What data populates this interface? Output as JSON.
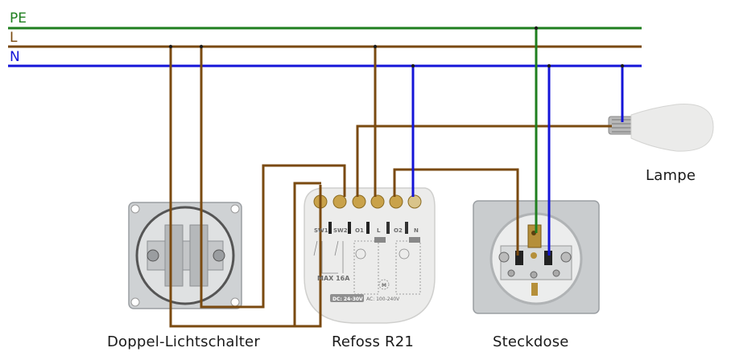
{
  "colors": {
    "pe": "#1f7f1f",
    "l": "#7a4a10",
    "n": "#1414d8",
    "junction": "#1a1a1a"
  },
  "buses": [
    {
      "id": "pe",
      "label": "PE"
    },
    {
      "id": "l",
      "label": "L"
    },
    {
      "id": "n",
      "label": "N"
    }
  ],
  "components": {
    "switch": {
      "label": "Doppel-Lichtschalter",
      "caption": "Doppel-Lichtschalter"
    },
    "relay": {
      "label": "Refoss R21",
      "caption": "Refoss R21",
      "terminals": [
        "SW1",
        "SW2",
        "O1",
        "L",
        "O2",
        "N"
      ],
      "rating": "MAX 16A",
      "dc": "DC: 24-30V",
      "ac": "AC: 100-240V",
      "motor": "M",
      "minus": "−",
      "plus": "+"
    },
    "socket": {
      "label": "Steckdose",
      "caption": "Steckdose"
    },
    "lamp": {
      "label": "Lampe",
      "caption": "Lampe"
    }
  }
}
